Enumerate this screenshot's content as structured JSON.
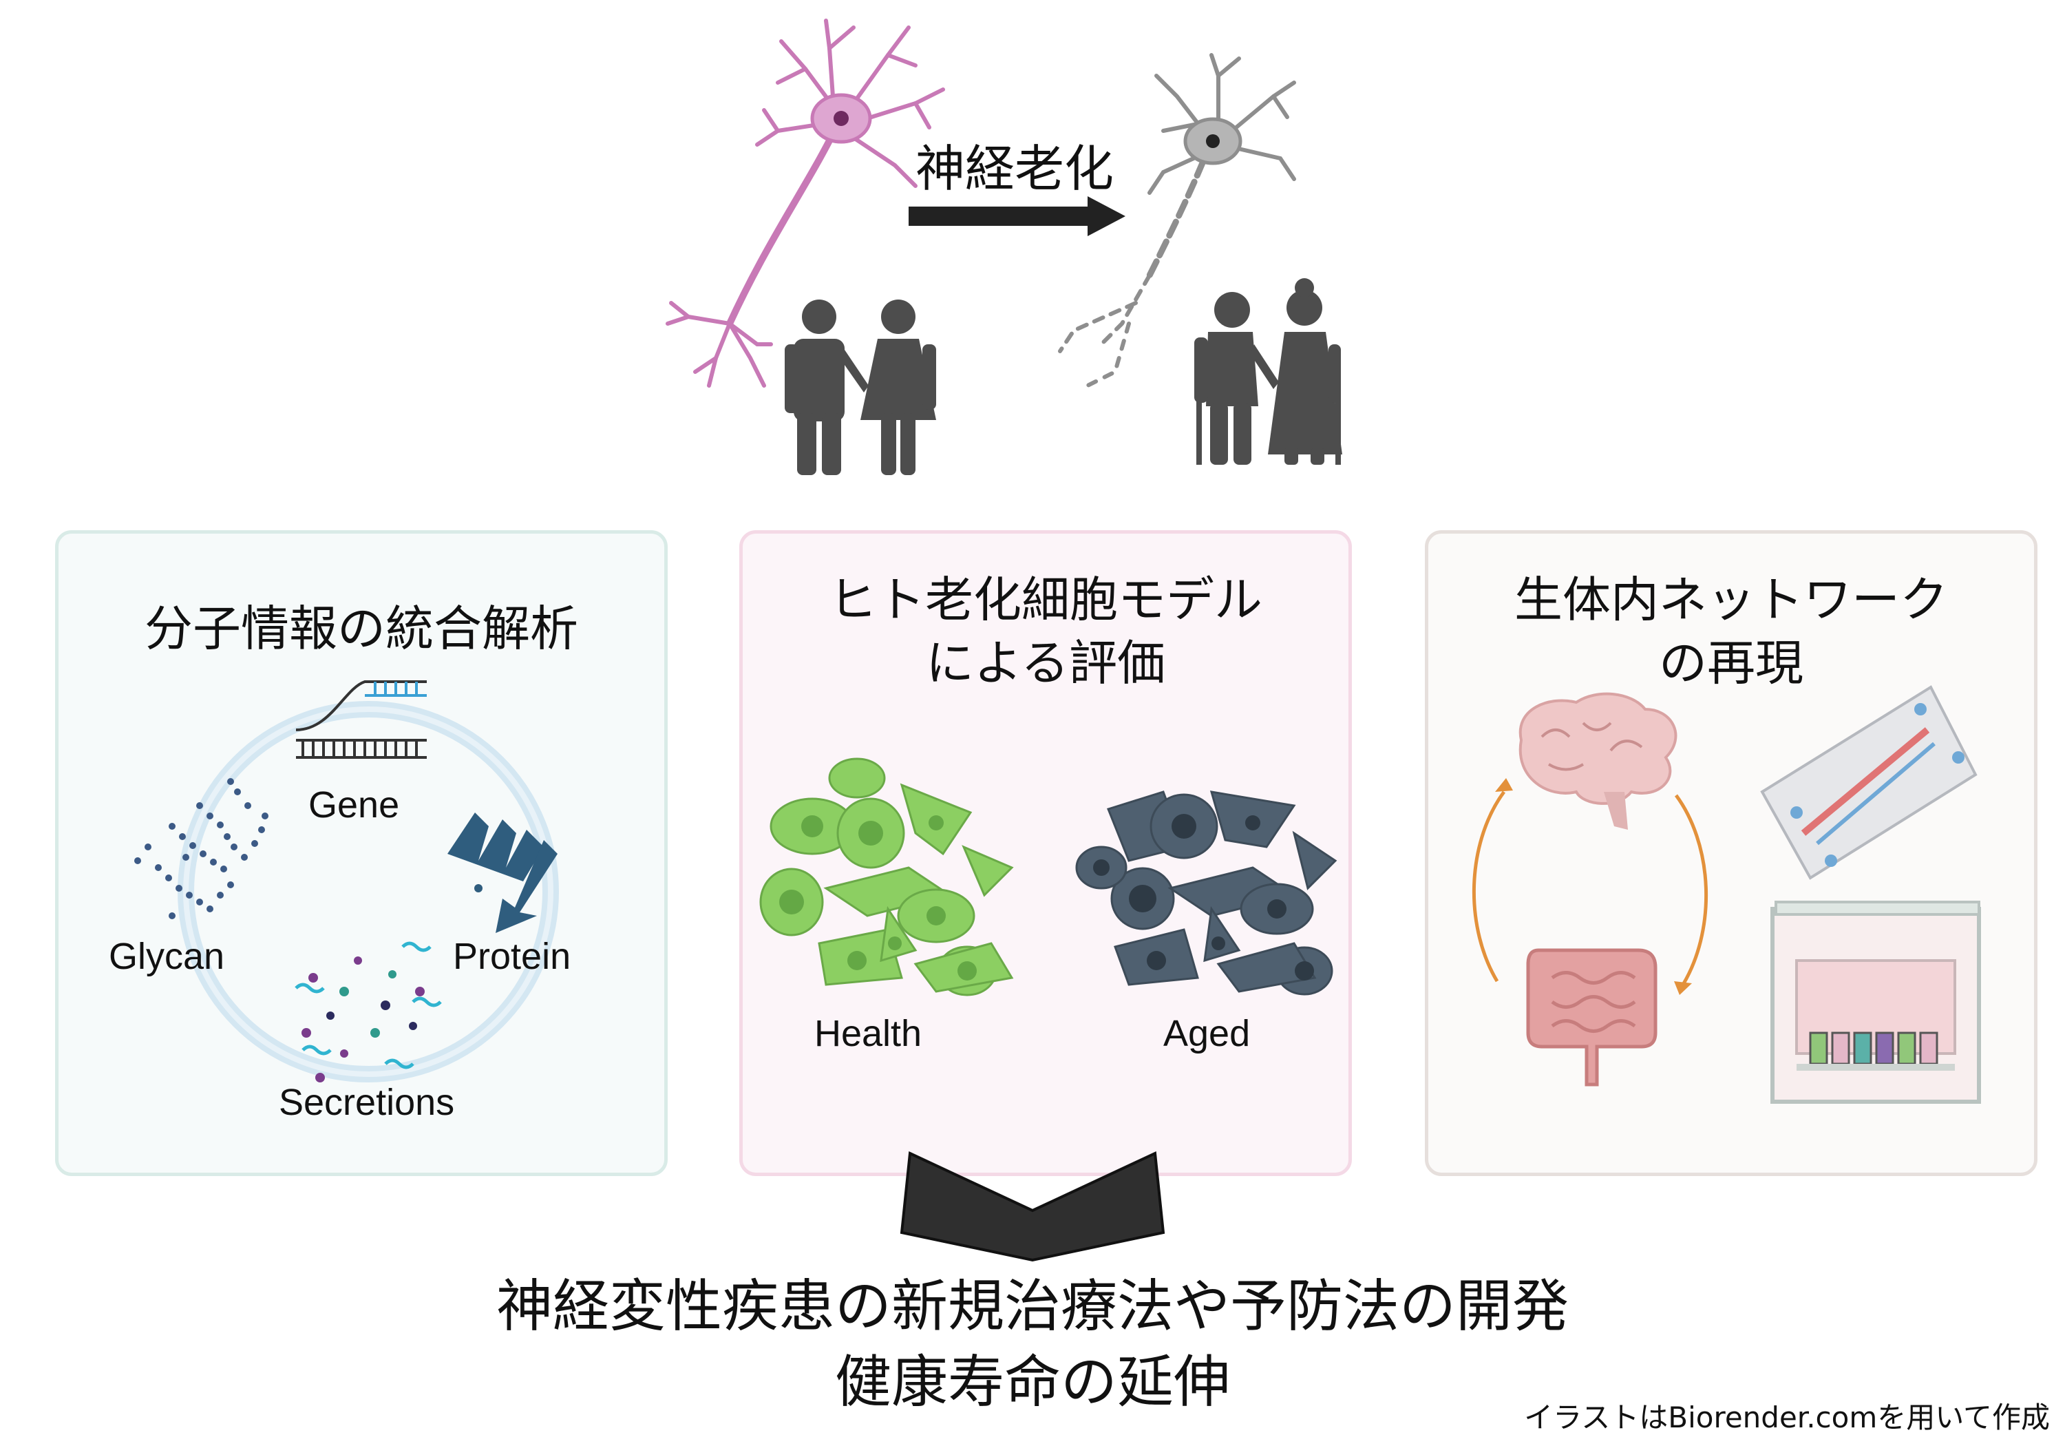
{
  "header": {
    "arrow_label": "神経老化"
  },
  "panels": [
    {
      "title_lines": [
        "分子情報の統合解析"
      ],
      "labels": {
        "gene": "Gene",
        "protein": "Protein",
        "glycan": "Glycan",
        "secretions": "Secretions"
      }
    },
    {
      "title_lines": [
        "ヒト老化細胞モデル",
        "による評価"
      ],
      "labels": {
        "health": "Health",
        "aged": "Aged"
      }
    },
    {
      "title_lines": [
        "生体内ネットワーク",
        "の再現"
      ]
    }
  ],
  "conclusion": {
    "line1": "神経変性疾患の新規治療法や予防法の開発",
    "line2": "健康寿命の延伸"
  },
  "credit": "イラストはBiorender.comを用いて作成",
  "colors": {
    "young_neuron": "#c879b6",
    "aged_neuron": "#8e8e8e",
    "people": "#4d4d4d",
    "healthy_cells": "#8ccf62",
    "aged_cells": "#4f6070",
    "arrow": "#222222",
    "cycle_arrows": "#e3913b"
  }
}
